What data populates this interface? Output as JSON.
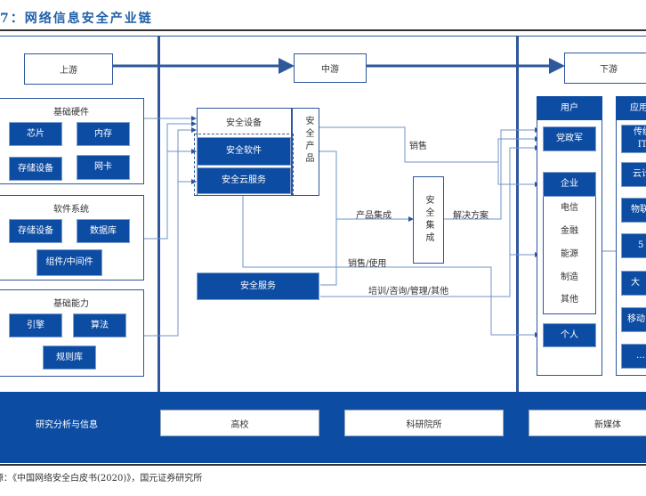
{
  "title": "7：网络信息安全产业链",
  "stages": {
    "upstream": "上游",
    "midstream": "中游",
    "downstream": "下游"
  },
  "upstream": {
    "groups": [
      {
        "title": "基础硬件",
        "items": [
          "芯片",
          "内存",
          "存储设备",
          "网卡"
        ]
      },
      {
        "title": "软件系统",
        "items": [
          "存储设备",
          "数据库",
          "组件/中间件"
        ]
      },
      {
        "title": "基础能力",
        "items": [
          "引擎",
          "算法",
          "规则库"
        ]
      }
    ]
  },
  "midstream": {
    "security_device": "安全设备",
    "security_software": "安全软件",
    "security_cloud_service": "安全云服务",
    "security_product": "安全产品",
    "security_service": "安全服务",
    "security_integration": "安全集成",
    "labels": {
      "sales": "销售",
      "product_integration": "产品集成",
      "solution": "解决方案",
      "sales_use": "销售/使用",
      "training_etc": "培训/咨询/管理/其他"
    }
  },
  "downstream": {
    "users": {
      "title": "用户",
      "government": "党政军",
      "enterprise": "企业",
      "enterprise_sectors": [
        "电信",
        "金融",
        "能源",
        "制造",
        "其他"
      ],
      "individual": "个人"
    },
    "applications": {
      "title": "应用",
      "items": [
        "传统IT",
        "云计",
        "物联",
        "5",
        "大",
        "移动",
        "…"
      ]
    }
  },
  "research": {
    "label": "研究分析与信息",
    "items": [
      "高校",
      "科研院所",
      "新媒体"
    ]
  },
  "source": "源：《中国网络安全白皮书(2020)》，国元证券研究所"
}
